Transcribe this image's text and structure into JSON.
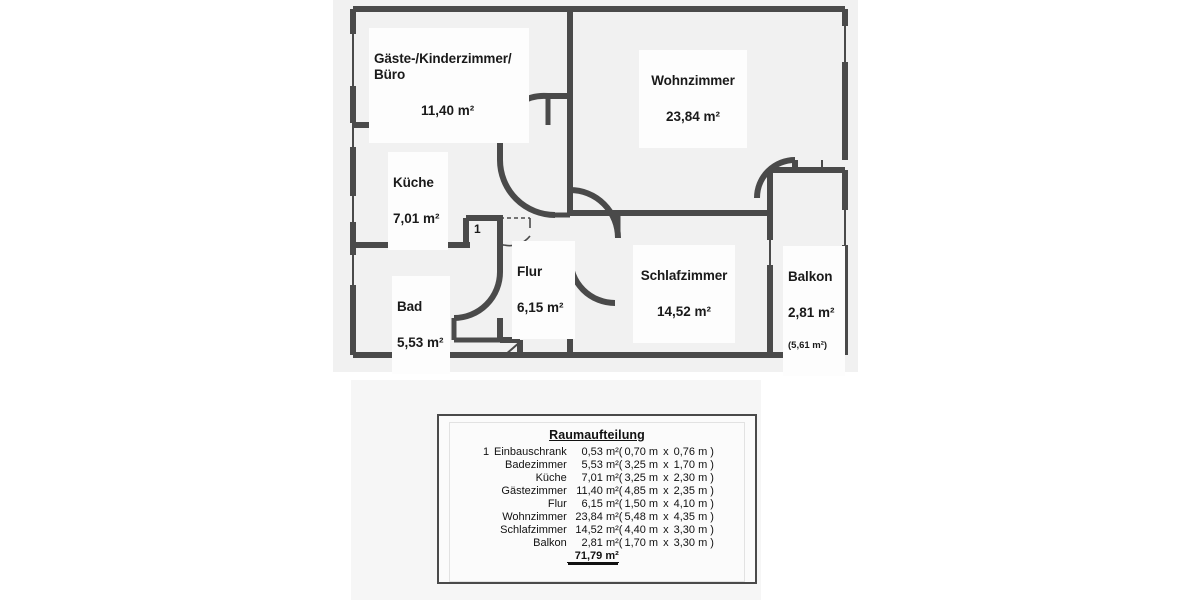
{
  "document": {
    "type": "floor-plan",
    "legend_title": "Raumaufteilung",
    "unit_area": "m²",
    "unit_length": "m"
  },
  "plan": {
    "rooms": [
      {
        "id": "gaeste",
        "name": "Gäste-/Kinderzimmer/\nBüro",
        "area": "11,40 m²"
      },
      {
        "id": "wohn",
        "name": "Wohnzimmer",
        "area": "23,84 m²"
      },
      {
        "id": "kueche",
        "name": "Küche",
        "area": "7,01 m²"
      },
      {
        "id": "bad",
        "name": "Bad",
        "area": "5,53 m²"
      },
      {
        "id": "flur",
        "name": "Flur",
        "area": "6,15 m²"
      },
      {
        "id": "schlaf",
        "name": "Schlafzimmer",
        "area": "14,52 m²"
      },
      {
        "id": "balkon",
        "name": "Balkon",
        "area": "2,81 m²",
        "sub": "(5,61 m²)"
      }
    ],
    "closet_marker": "1"
  },
  "legend": {
    "title": "Raumaufteilung",
    "rows": [
      {
        "marker": "1",
        "name": "Einbauschrank",
        "area": "0,53 m²",
        "width": "0,70 m",
        "depth": "0,76 m"
      },
      {
        "marker": "",
        "name": "Badezimmer",
        "area": "5,53 m²",
        "width": "3,25 m",
        "depth": "1,70 m"
      },
      {
        "marker": "",
        "name": "Küche",
        "area": "7,01 m²",
        "width": "3,25 m",
        "depth": "2,30 m"
      },
      {
        "marker": "",
        "name": "Gästezimmer",
        "area": "11,40 m²",
        "width": "4,85 m",
        "depth": "2,35 m"
      },
      {
        "marker": "",
        "name": "Flur",
        "area": "6,15 m²",
        "width": "1,50 m",
        "depth": "4,10 m"
      },
      {
        "marker": "",
        "name": "Wohnzimmer",
        "area": "23,84 m²",
        "width": "5,48 m",
        "depth": "4,35 m"
      },
      {
        "marker": "",
        "name": "Schlafzimmer",
        "area": "14,52 m²",
        "width": "4,40 m",
        "depth": "3,30 m"
      },
      {
        "marker": "",
        "name": "Balkon",
        "area": "2,81 m²",
        "width": "1,70 m",
        "depth": "3,30 m"
      }
    ],
    "total": "71,79 m²",
    "paren_open": "(",
    "paren_close": ")",
    "times": "x"
  },
  "colors": {
    "wall": "#4a4a4a",
    "paper": "#f1f1f1",
    "label_bg": "#fdfdfd",
    "text": "#1a1a1a",
    "page_bg": "#ffffff"
  }
}
